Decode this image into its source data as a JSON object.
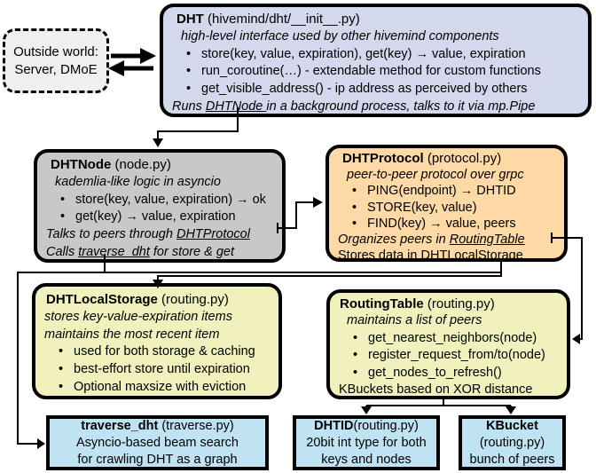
{
  "outside": {
    "line1": "Outside world:",
    "line2": "Server, DMoE"
  },
  "dht": {
    "title": "DHT",
    "file": " (hivemind/dht/__init__.py)",
    "subtitle": "high-level interface used by other hivemind components",
    "bullets": [
      "store(key, value, expiration), get(key) → value, expiration",
      "run_coroutine(…) - extendable method for custom functions",
      "get_visible_address() - ip address as perceived by others"
    ],
    "footer": [
      "Runs ",
      "DHTNode ",
      "in a background process, talks to it via mp.Pipe"
    ]
  },
  "dhtnode": {
    "title": "DHTNode",
    "file": " (node.py)",
    "subtitle": "kademlia-like logic in asyncio",
    "bullets": [
      "store(key, value, expiration) → ok",
      "get(key) → value, expiration"
    ],
    "footer1": [
      "Talks to peers through ",
      "DHTProtocol"
    ],
    "footer2": [
      "Calls ",
      "traverse_dht",
      " for store & get"
    ]
  },
  "dhtprotocol": {
    "title": "DHTProtocol",
    "file": " (protocol.py)",
    "subtitle": "peer-to-peer protocol over grpc",
    "bullets": [
      "PING(endpoint) → DHTID",
      "STORE(key, value)",
      "FIND(key) → value, peers"
    ],
    "footer1": [
      "Organizes peers in ",
      "RoutingTable"
    ],
    "footer2": [
      "Stores data in DHT",
      "LocalStorage"
    ]
  },
  "storage": {
    "title": "DHTLocalStorage",
    "file": " (routing.py)",
    "subtitle1": "stores key-value-expiration items",
    "subtitle2": "maintains the most recent item",
    "bullets": [
      "used for both storage & caching",
      "best-effort store until expiration",
      "Optional maxsize with eviction"
    ]
  },
  "routing": {
    "title": "RoutingTable",
    "file": " (routing.py)",
    "subtitle": "maintains a list of peers",
    "bullets": [
      "get_nearest_neighbors(node)",
      "register_request_from/to(node)",
      "get_nodes_to_refresh()"
    ],
    "footer": "KBuckets based on XOR distance"
  },
  "traverse": {
    "title": "traverse_dht",
    "file": " (traverse.py)",
    "line2": "Asyncio-based beam search",
    "line3": "for crawling DHT as a graph"
  },
  "dhtid": {
    "title": "DHTID",
    "file": "(routing.py)",
    "line2": "20bit int type for both",
    "line3": "keys and nodes"
  },
  "kbucket": {
    "title": "KBucket",
    "file": "(routing.py)",
    "line3": "bunch of peers"
  },
  "colors": {
    "dht_fill": "#d3d8ec",
    "dhtnode_fill": "#c8c8c8",
    "dhtprotocol_fill": "#fdd9a6",
    "storage_fill": "#f0f1bc",
    "routing_fill": "#f0f1bc",
    "leaf_fill": "#c0e3f3",
    "outside_fill": "#efefef",
    "line_color": "#000000"
  }
}
